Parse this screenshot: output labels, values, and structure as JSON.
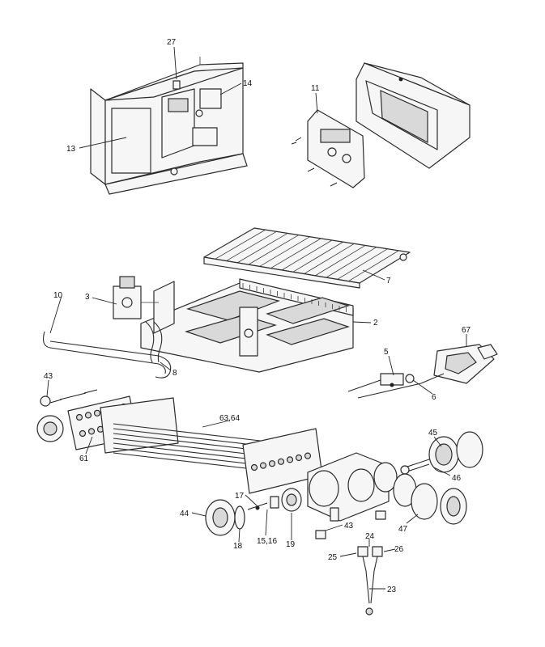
{
  "callouts": {
    "c27": "27",
    "c14": "14",
    "c13": "13",
    "c11": "11",
    "c7": "7",
    "c10": "10",
    "c3": "3",
    "c2": "2",
    "c8": "8",
    "c67": "67",
    "c5": "5",
    "c6": "6",
    "c43a": "43",
    "c61": "61",
    "c6364": "63,64",
    "c45": "45",
    "c46": "46",
    "c17": "17",
    "c44": "44",
    "c1516": "15,16",
    "c18": "18",
    "c19": "19",
    "c43b": "43",
    "c47": "47",
    "c24": "24",
    "c25": "25",
    "c26": "26",
    "c23": "23"
  }
}
